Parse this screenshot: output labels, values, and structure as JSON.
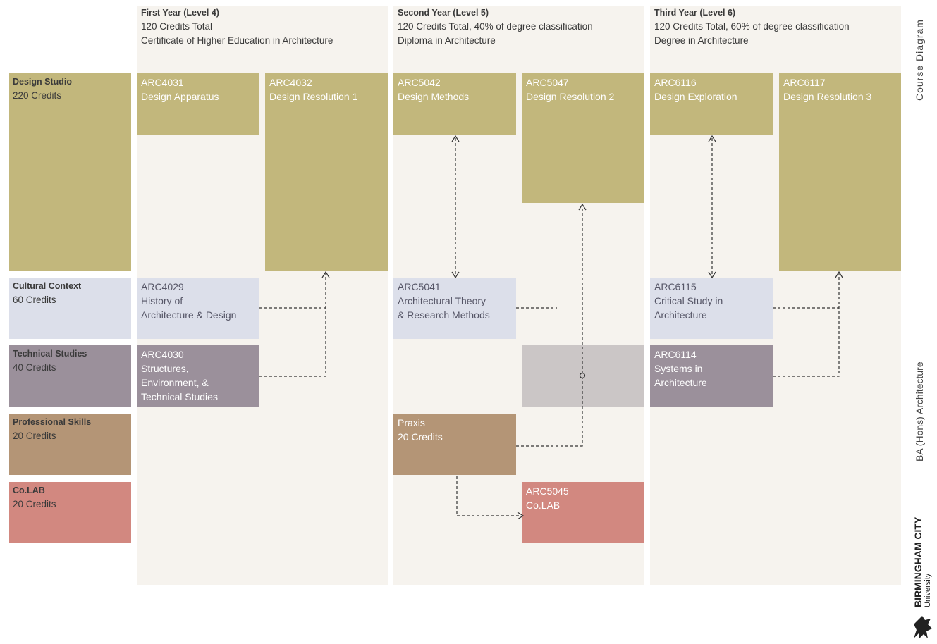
{
  "years": [
    {
      "title": "First Year (Level 4)",
      "credits": "120 Credits Total",
      "award": "Certificate of Higher Education in Architecture"
    },
    {
      "title": "Second Year (Level 5)",
      "credits": "120 Credits Total, 40% of degree classification",
      "award": "Diploma in Architecture"
    },
    {
      "title": "Third Year (Level 6)",
      "credits": "120 Credits Total, 60% of degree classification",
      "award": "Degree in Architecture"
    }
  ],
  "categories": {
    "design_studio": {
      "name": "Design Studio",
      "credits": "220 Credits"
    },
    "cultural_context": {
      "name": "Cultural Context",
      "credits": "60 Credits"
    },
    "technical_studies": {
      "name": "Technical Studies",
      "credits": "40 Credits"
    },
    "professional_skills": {
      "name": "Professional Skills",
      "credits": "20 Credits"
    },
    "colab": {
      "name": "Co.LAB",
      "credits": "20 Credits"
    }
  },
  "modules": {
    "arc4031": {
      "code": "ARC4031",
      "title": "Design Apparatus"
    },
    "arc4032": {
      "code": "ARC4032",
      "title": "Design Resolution 1"
    },
    "arc4029": {
      "code": "ARC4029",
      "title_1": "History of",
      "title_2": "Architecture & Design"
    },
    "arc4030": {
      "code": "ARC4030",
      "title_1": "Structures,",
      "title_2": "Environment, &",
      "title_3": "Technical Studies"
    },
    "arc5042": {
      "code": "ARC5042",
      "title": "Design Methods"
    },
    "arc5047": {
      "code": "ARC5047",
      "title": "Design Resolution 2"
    },
    "arc5041": {
      "code": "ARC5041",
      "title_1": "Architectural Theory",
      "title_2": "& Research Methods"
    },
    "praxis": {
      "code": "Praxis",
      "title": "20 Credits"
    },
    "arc5045": {
      "code": "ARC5045",
      "title": "Co.LAB"
    },
    "arc6116": {
      "code": "ARC6116",
      "title": "Design Exploration"
    },
    "arc6117": {
      "code": "ARC6117",
      "title": "Design Resolution 3"
    },
    "arc6115": {
      "code": "ARC6115",
      "title_1": "Critical Study in",
      "title_2": "Architecture"
    },
    "arc6114": {
      "code": "ARC6114",
      "title_1": "Systems in",
      "title_2": "Architecture"
    }
  },
  "side": {
    "course_diagram": "Course Diagram",
    "programme": "BA (Hons) Architecture",
    "university": "BIRMINGHAM CITY",
    "university_sub": "University"
  },
  "colors": {
    "design_studio": "#c2b77c",
    "cultural_context": "#dcdfea",
    "technical_studies": "#9b909b",
    "professional_skills": "#b49576",
    "colab": "#d28880",
    "background_column": "#f6f3ee"
  }
}
